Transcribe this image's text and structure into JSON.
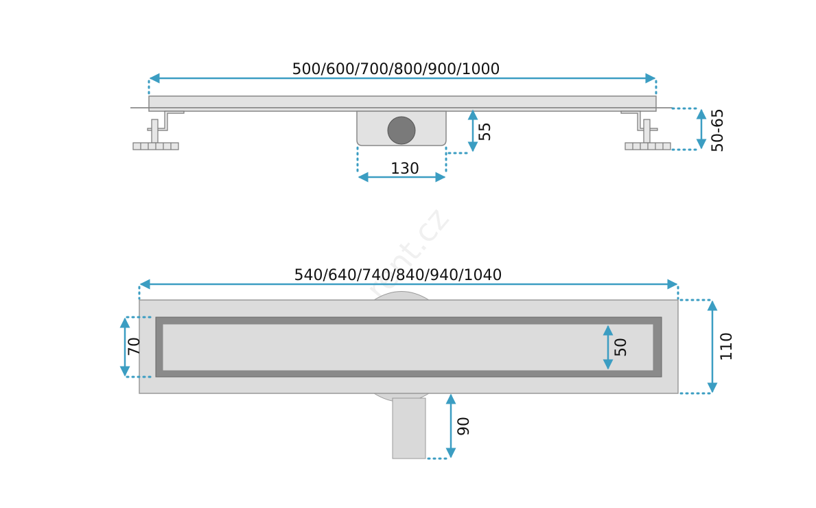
{
  "diagram": {
    "top_view": {
      "length_label": "500/600/700/800/900/1000",
      "drain_height_label": "55",
      "drain_width_label": "130",
      "height_range_label": "50-65"
    },
    "bottom_view": {
      "length_label": "540/640/740/840/940/1040",
      "grate_width_label": "70",
      "inner_width_label": "50",
      "body_width_label": "110",
      "pipe_depth_label": "90"
    },
    "watermark": "rent.cz",
    "colors": {
      "dimension": "#3b9dc2",
      "body": "#dcdcdc",
      "frame": "#8a8a8a",
      "outlet": "#7a7a7a"
    }
  }
}
